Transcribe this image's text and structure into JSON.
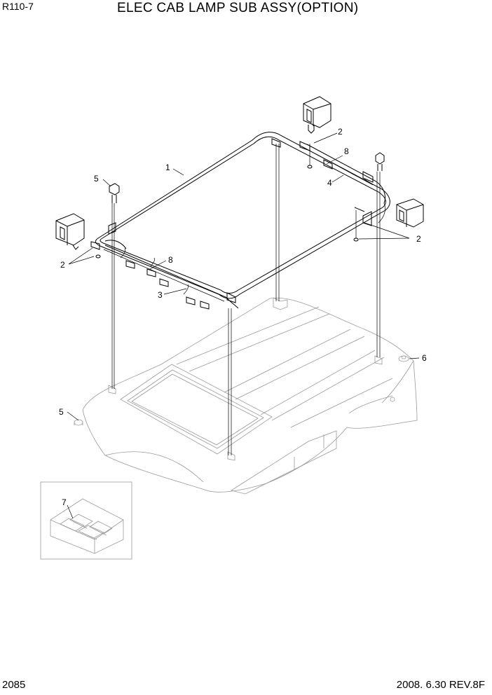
{
  "header": {
    "model_code": "R110-7",
    "title": "ELEC CAB LAMP SUB ASSY(OPTION)"
  },
  "footer": {
    "page_number": "2085",
    "revision": "2008. 6.30  REV.8F"
  },
  "callouts": {
    "c1": "1",
    "c2a": "2",
    "c2b": "2",
    "c2c": "2",
    "c3": "3",
    "c4": "4",
    "c5a": "5",
    "c5b": "5",
    "c6": "6",
    "c7": "7",
    "c8a": "8",
    "c8b": "8"
  }
}
